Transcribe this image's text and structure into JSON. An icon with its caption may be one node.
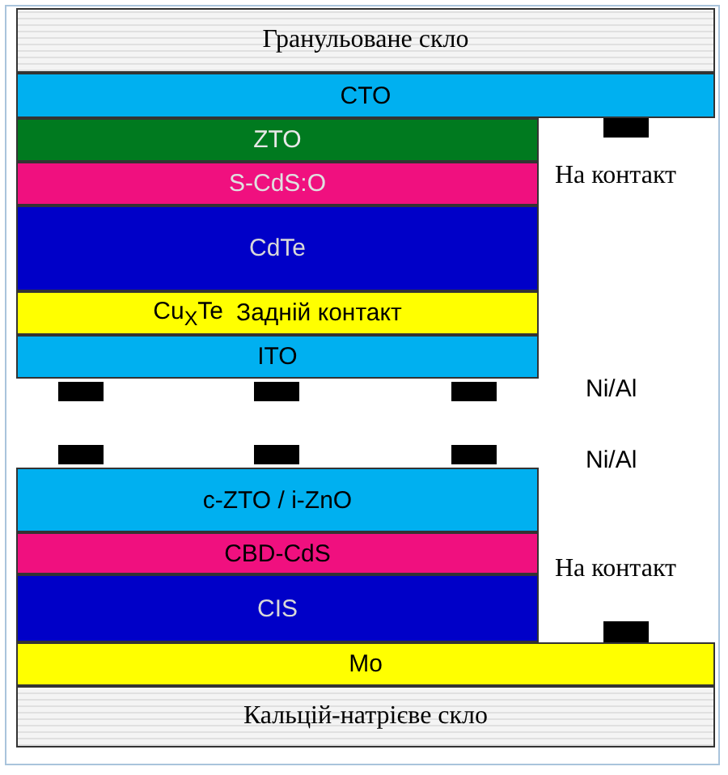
{
  "diagram": {
    "nodes": [
      {
        "text": [
          "Гранульоване скло"
        ]
      },
      {
        "text": [
          "CTO"
        ]
      },
      {
        "text": [
          "ZTO"
        ]
      },
      {
        "text": [
          "S-CdS:O"
        ]
      },
      {
        "text": [
          "CdTe"
        ]
      },
      {
        "text": [
          "Cu$_{X}$Te",
          "Задній контакт"
        ]
      },
      {
        "text": [
          "ITO"
        ]
      },
      {
        "text": [
          "c-ZTO / i-ZnO"
        ]
      },
      {
        "text": [
          "CBD-CdS"
        ]
      },
      {
        "text": [
          "CIS"
        ]
      },
      {
        "text": [
          "Mo"
        ]
      },
      {
        "text": [
          "Кальцій-натрієве скло"
        ]
      }
    ],
    "labels": [
      "На контакт",
      "Ni/Al",
      "Ni/Al",
      "На контакт"
    ]
  }
}
